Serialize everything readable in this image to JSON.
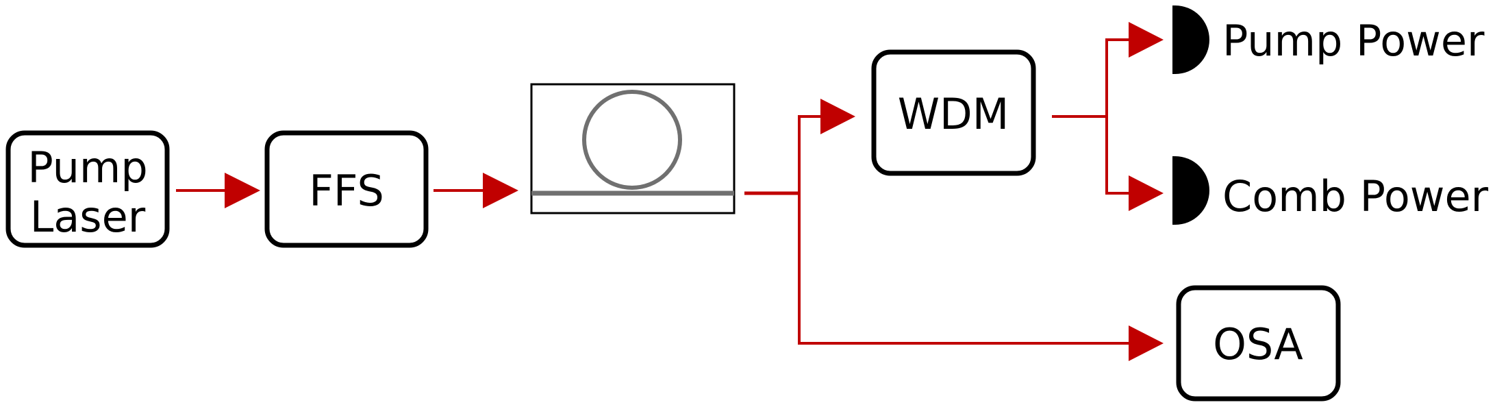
{
  "diagram": {
    "pump_laser": {
      "line1": "Pump",
      "line2": "Laser"
    },
    "ffs": {
      "label": "FFS"
    },
    "wdm": {
      "label": "WDM"
    },
    "osa": {
      "label": "OSA"
    },
    "pump_power": {
      "label": "Pump Power"
    },
    "comb_power": {
      "label": "Comb Power"
    }
  },
  "colors": {
    "fiber": "#c00000",
    "box_stroke": "#000000",
    "resonator": "#707070",
    "detector": "#000000"
  }
}
